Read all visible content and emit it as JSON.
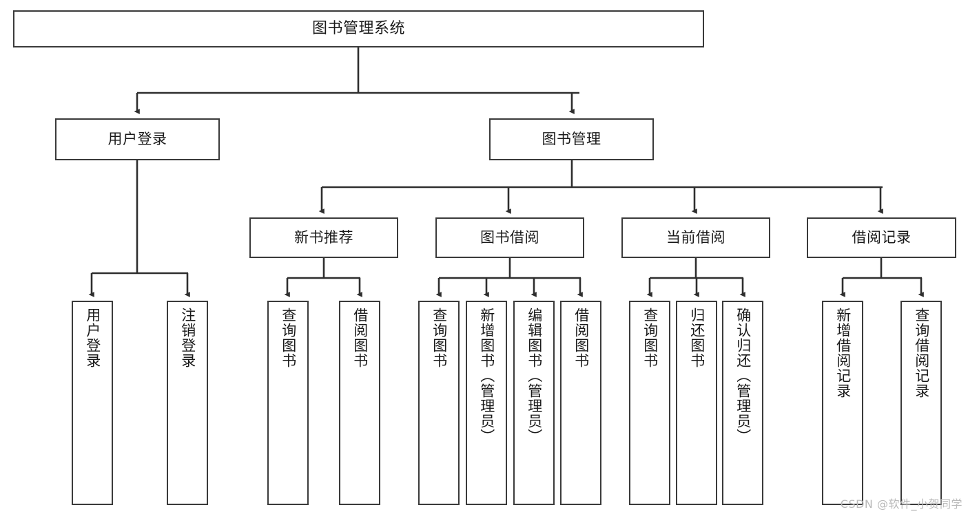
{
  "diagram": {
    "type": "tree",
    "title": "图书管理系统",
    "root": {
      "label": "图书管理系统"
    },
    "level2": [
      {
        "label": "用户登录"
      },
      {
        "label": "图书管理"
      }
    ],
    "level3": [
      {
        "label": "新书推荐"
      },
      {
        "label": "图书借阅"
      },
      {
        "label": "当前借阅"
      },
      {
        "label": "借阅记录"
      }
    ],
    "leaves": {
      "user_login": [
        {
          "label": "用户登录"
        },
        {
          "label": "注销登录"
        }
      ],
      "new_book_recommend": [
        {
          "label": "查询图书"
        },
        {
          "label": "借阅图书"
        }
      ],
      "book_borrow": [
        {
          "label": "查询图书"
        },
        {
          "label": "新增图书（管理员）"
        },
        {
          "label": "编辑图书（管理员）"
        },
        {
          "label": "借阅图书"
        }
      ],
      "current_borrow": [
        {
          "label": "查询图书"
        },
        {
          "label": "归还图书"
        },
        {
          "label": "确认归还（管理员）"
        }
      ],
      "borrow_record": [
        {
          "label": "新增借阅记录"
        },
        {
          "label": "查询借阅记录"
        }
      ]
    },
    "watermark": "CSDN @软件_小贺同学",
    "colors": {
      "stroke": "#3a3a3a",
      "fill": "#ffffff",
      "text": "#1a1a1a",
      "watermark": "#b9b9b9"
    }
  }
}
